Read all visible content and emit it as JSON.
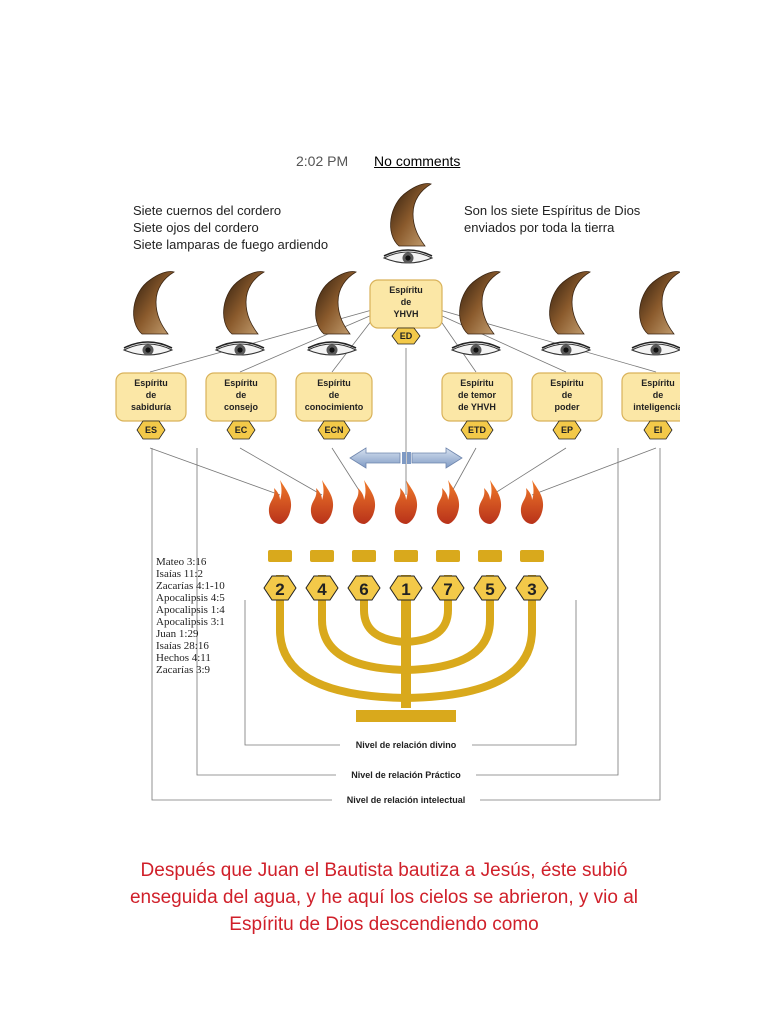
{
  "post": {
    "time": "2:02 PM",
    "comments_link": "No comments"
  },
  "diagram": {
    "left_lines": [
      "Siete cuernos del cordero",
      "Siete ojos del cordero",
      "Siete lamparas de fuego ardiendo"
    ],
    "right_lines": [
      "Son los siete Espíritus de Dios",
      "enviados por toda la tierra"
    ],
    "center_spirit": {
      "lines": [
        "Espíritu",
        "de",
        "YHVH"
      ],
      "code": "ED"
    },
    "spirits": [
      {
        "lines": [
          "Espíritu",
          "de",
          "sabiduría"
        ],
        "code": "ES"
      },
      {
        "lines": [
          "Espíritu",
          "de",
          "consejo"
        ],
        "code": "EC"
      },
      {
        "lines": [
          "Espíritu",
          "de",
          "conocimiento"
        ],
        "code": "ECN"
      },
      {
        "lines": [
          "Espíritu",
          "de temor",
          "de YHVH"
        ],
        "code": "ETD"
      },
      {
        "lines": [
          "Espíritu",
          "de",
          "poder"
        ],
        "code": "EP"
      },
      {
        "lines": [
          "Espíritu",
          "de",
          "inteligencia"
        ],
        "code": "EI"
      }
    ],
    "lamp_numbers": [
      "2",
      "4",
      "6",
      "1",
      "7",
      "5",
      "3"
    ],
    "references": [
      "Mateo 3:16",
      "Isaías 11:2",
      "Zacarías 4:1-10",
      "Apocalipsis 4:5",
      "Apocalipsis 1:4",
      "Apocalipsis 3:1",
      "Juan 1:29",
      "Isaías 28:16",
      "Hechos 4:11",
      "Zacarías 3:9"
    ],
    "levels": [
      "Nivel de relación divino",
      "Nivel de relación Práctico",
      "Nivel de relación intelectual"
    ]
  },
  "caption": "Después que Juan el Bautista bautiza a Jesús, éste subió enseguida del agua, y he aquí los cielos se abrieron, y vio al Espíritu de Dios descendiendo como",
  "colors": {
    "box_fill": "#fbe7a6",
    "box_stroke": "#d9b25a",
    "menorah": "#d9a91c",
    "flame": "#d2541c",
    "horn": "#8a5a2c",
    "caption": "#d0202a"
  }
}
